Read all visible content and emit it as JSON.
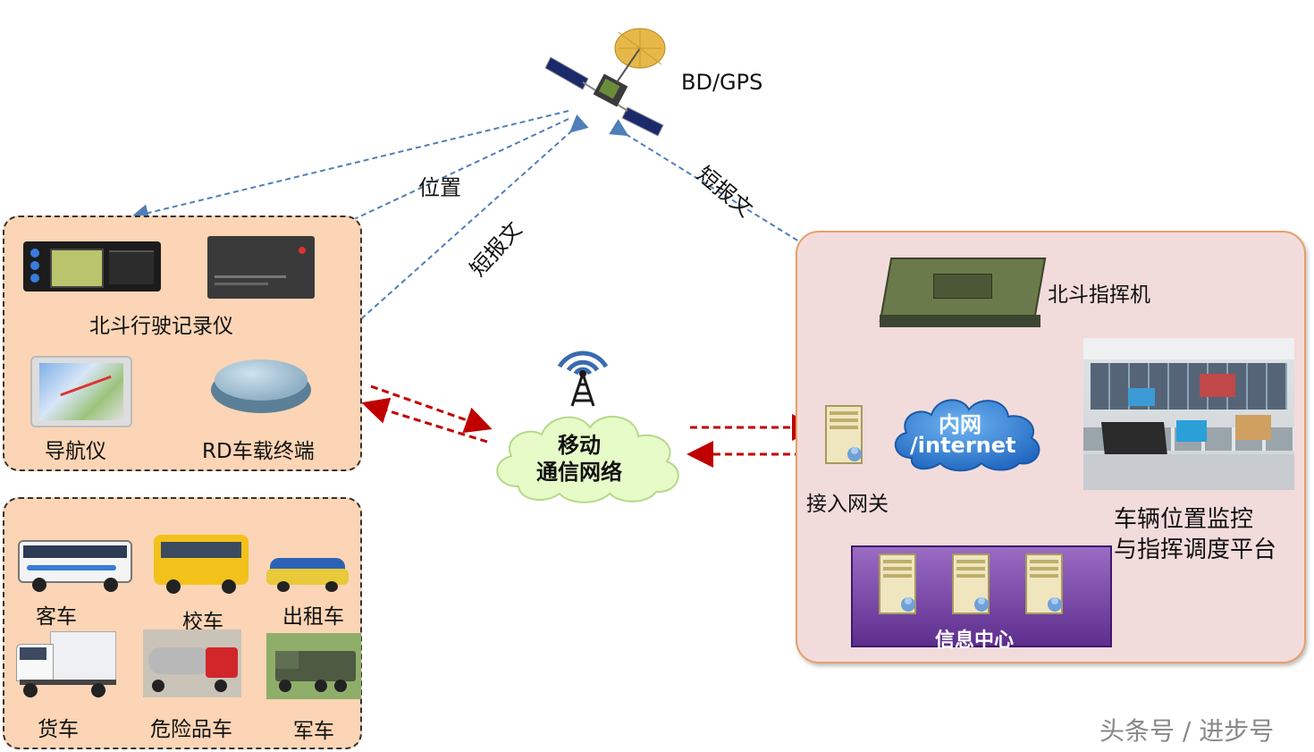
{
  "satellite": {
    "label": "BD/GPS"
  },
  "links": {
    "position": "位置",
    "short_msg_left": "短报文",
    "short_msg_right": "短报文"
  },
  "terminal_group": {
    "recorder": "北斗行驶记录仪",
    "navigator": "导航仪",
    "rd_terminal": "RD车载终端"
  },
  "vehicles": {
    "bus": "客车",
    "school_bus": "校车",
    "taxi": "出租车",
    "truck": "货车",
    "hazmat": "危险品车",
    "military": "军车"
  },
  "network": {
    "mobile_line1": "移动",
    "mobile_line2": "通信网络",
    "intranet_line1": "内网",
    "intranet_line2": "/internet"
  },
  "center": {
    "command_machine": "北斗指挥机",
    "gateway": "接入网关",
    "info_center": "信息中心",
    "platform_line1": "车辆位置监控",
    "platform_line2": "与指挥调度平台"
  },
  "watermark": "头条号 / 进步号",
  "colors": {
    "blue_link": "#4f7fb8",
    "red_link": "#c00000",
    "terminal_box": "#fbd5b5",
    "center_box": "#f2dcdb",
    "cloud_green": "#e6fbc8",
    "cloud_blue": "#2f7fd0",
    "info_center": "#7a45a8"
  }
}
